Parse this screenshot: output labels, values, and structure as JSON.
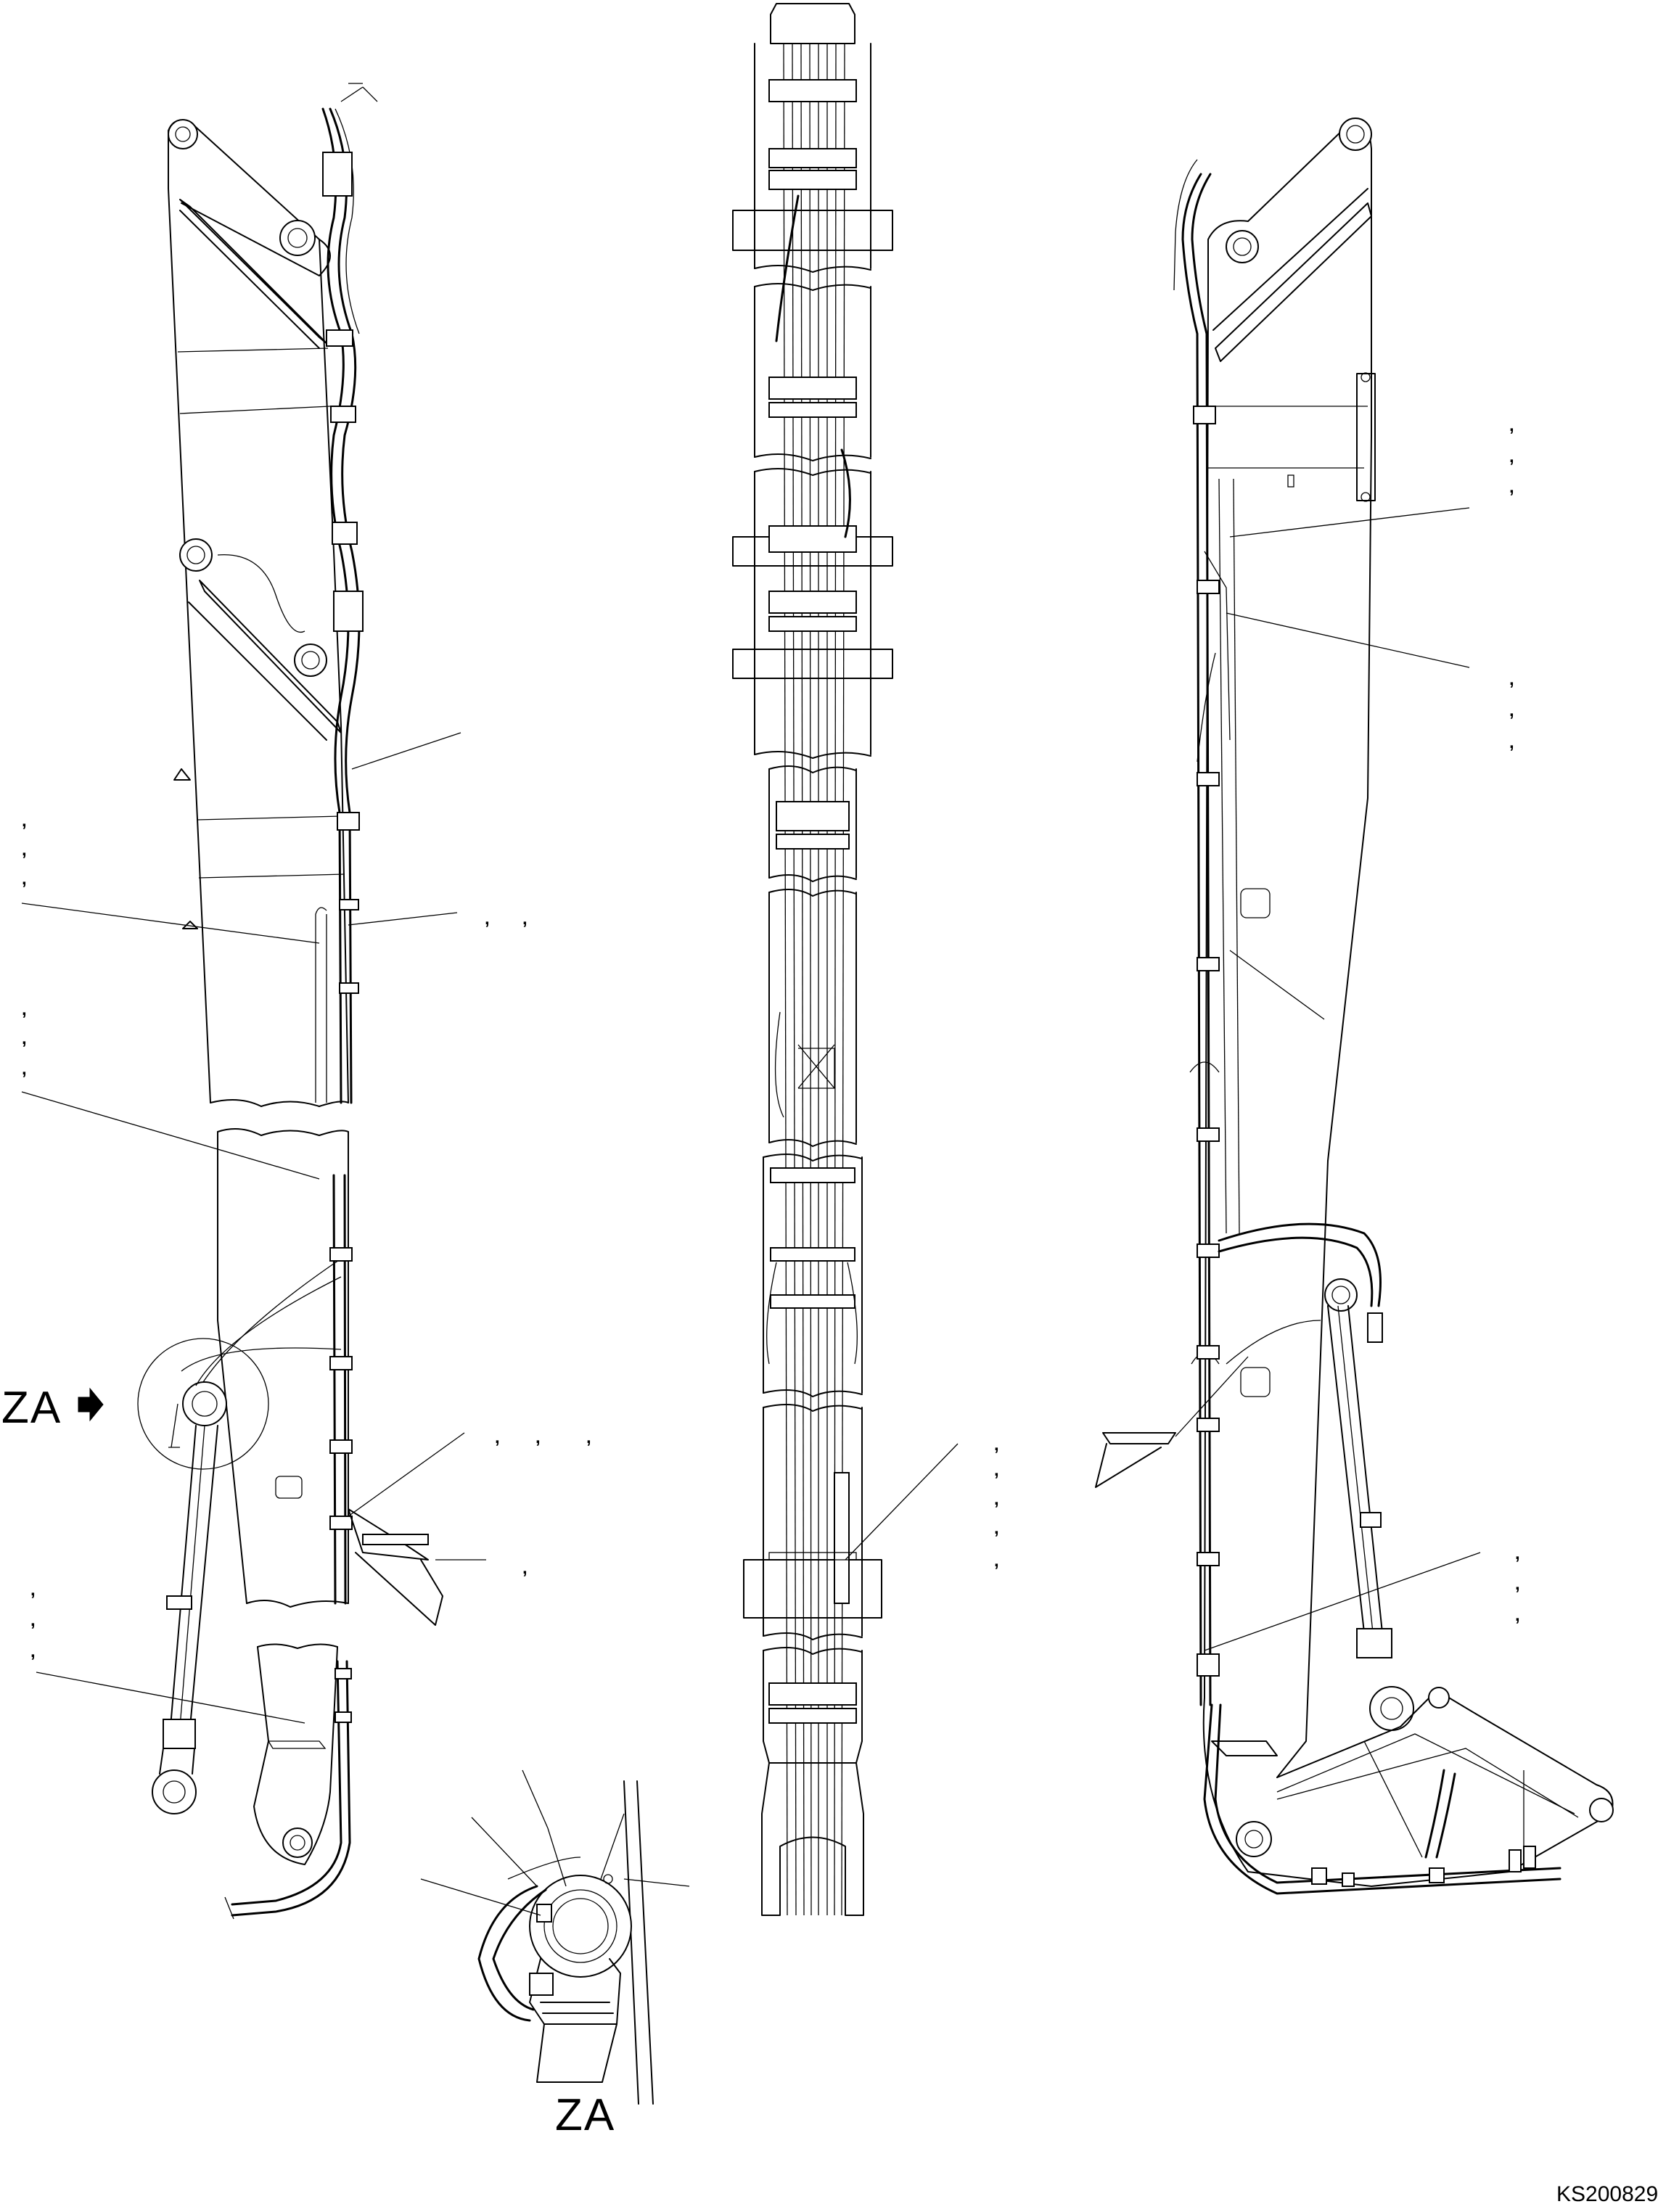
{
  "drawing": {
    "view_label_left": "ZA",
    "view_label_bottom": "ZA",
    "code": "KS200829",
    "arrow_icon": "arrow-right-icon",
    "comma_mark": ","
  }
}
